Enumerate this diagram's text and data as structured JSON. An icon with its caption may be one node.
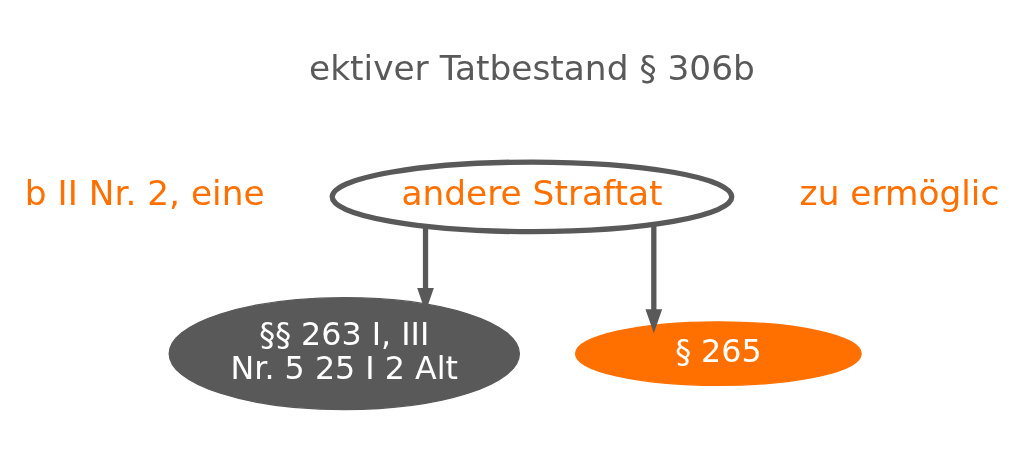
{
  "diagram": {
    "nodes": [
      {
        "text": [
          "andere Straftat"
        ]
      },
      {
        "text": [
          "§§ 263 I, III Nr. 5 25 I 2 Alt"
        ]
      },
      {
        "text": [
          "§ 265"
        ]
      }
    ],
    "edges": [
      {
        "from": 0,
        "to": 1,
        "arrow": "to"
      },
      {
        "from": 0,
        "to": 2,
        "arrow": "to"
      }
    ],
    "labels": [
      "ektiver Tatbestand § 306b",
      "b II Nr. 2, eine",
      "zu ermöglic"
    ]
  }
}
